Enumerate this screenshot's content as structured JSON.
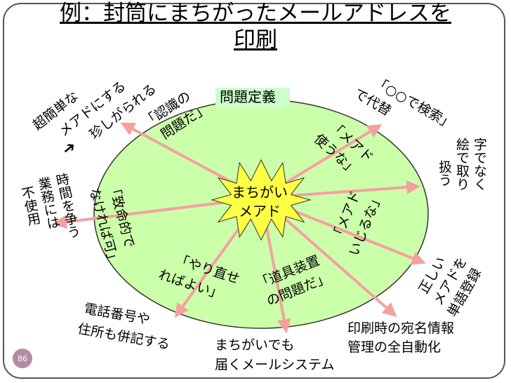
{
  "title_line1": "例：封筒にまちがったメールアドレスを",
  "title_line2": "印刷",
  "center": {
    "line1": "まちがい",
    "line2": "メアド"
  },
  "problem_definition": "問題定義",
  "inner_reframes": {
    "ninshiki": [
      "「認識の",
      "問題だ」"
    ],
    "tsukauna": [
      "「メアド",
      "使うな」"
    ],
    "ijiruna": [
      "「メアド",
      "いじるな」"
    ],
    "chimeiteki": [
      "「致命的で",
      "なければ可」"
    ],
    "yarinaose": [
      "「やり直せ",
      "ればよい」"
    ],
    "dougu": [
      "「道具装置",
      "の問題だ」"
    ]
  },
  "outer_solutions": {
    "simple": [
      "超簡単な",
      "メアドにする",
      "珍しがられる"
    ],
    "simple_arrow": "➔",
    "kensaku": [
      "「○○で検索」",
      "で代替"
    ],
    "jide": [
      "字でなく",
      "絵で取り",
      "扱う"
    ],
    "tango": [
      "正しい",
      "メアドを",
      "単語登録"
    ],
    "insatsu": [
      "印刷時の宛名情報",
      "管理の全自動化"
    ],
    "mail": [
      "まちがいでも",
      "届くメールシステム"
    ],
    "denwa": [
      "電話番号や",
      "住所も併記する"
    ],
    "jikan": [
      "時間を争う",
      "業務には",
      "不使用"
    ]
  },
  "page_number": "86",
  "colors": {
    "ellipse_fill": "#ccffaa",
    "star_fill": "#ffff44",
    "arrow": "#f4a0a0",
    "label_bg": "#ccffcc"
  }
}
